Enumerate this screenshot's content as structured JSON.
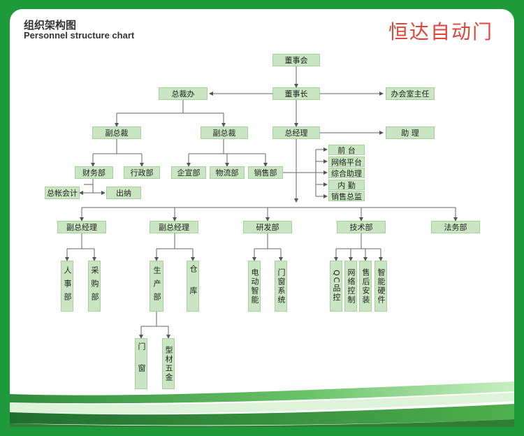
{
  "header": {
    "title_cn": "组织架构图",
    "title_en": "Personnel structure chart",
    "brand": "恒达自动门"
  },
  "nodes": {
    "dongshihui": "董事会",
    "dongshizhang": "董事长",
    "zongcaiban": "总裁办",
    "bangongshi": "办会室主任",
    "fuzongcai1": "副总裁",
    "fuzongcai2": "副总裁",
    "zongjingli": "总经理",
    "zhuli": "助 理",
    "caiwubu": "财务部",
    "xingzhengbu": "行政部",
    "qixuanbu": "企宣部",
    "wuliubu": "物流部",
    "xiaoshoubu": "销售部",
    "zongzhangkuaiji": "总帐会计",
    "chuna": "出纳",
    "qiantai": "前 台",
    "wangluo": "网络平台",
    "zonghe": "综合助理",
    "neiqin": "内 勤",
    "xiaoshouzongjian": "销售总监",
    "fuzongjingli1": "副总经理",
    "fuzongjingli2": "副总经理",
    "yanfabu": "研发部",
    "jishubu": "技术部",
    "fawubu": "法务部",
    "renshibu": "人事部",
    "caigoubu": "采购部",
    "shengchanbu": "生产部",
    "cangku": "仓库",
    "diandong": "电动智能",
    "menchuang": "门窗系统",
    "qc": "QC品控",
    "wangluokongzhi": "网络控制",
    "shouhou": "售后安装",
    "zhineng": "智能硬件",
    "men": "门窗",
    "xingcai": "型材五金"
  }
}
